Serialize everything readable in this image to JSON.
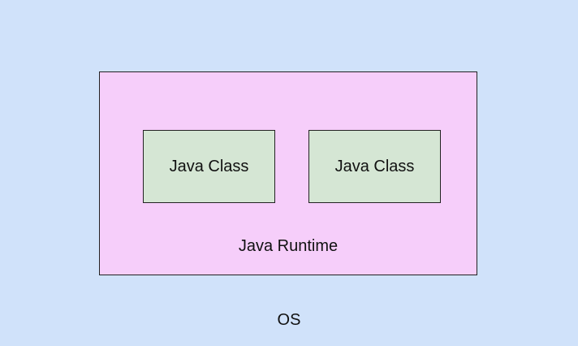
{
  "diagram": {
    "os": {
      "label": "OS",
      "color": "#d0e2fa"
    },
    "runtime": {
      "label": "Java Runtime",
      "color": "#f6cefa"
    },
    "classes": [
      {
        "label": "Java Class",
        "color": "#d5e6d4"
      },
      {
        "label": "Java Class",
        "color": "#d5e6d4"
      }
    ]
  }
}
